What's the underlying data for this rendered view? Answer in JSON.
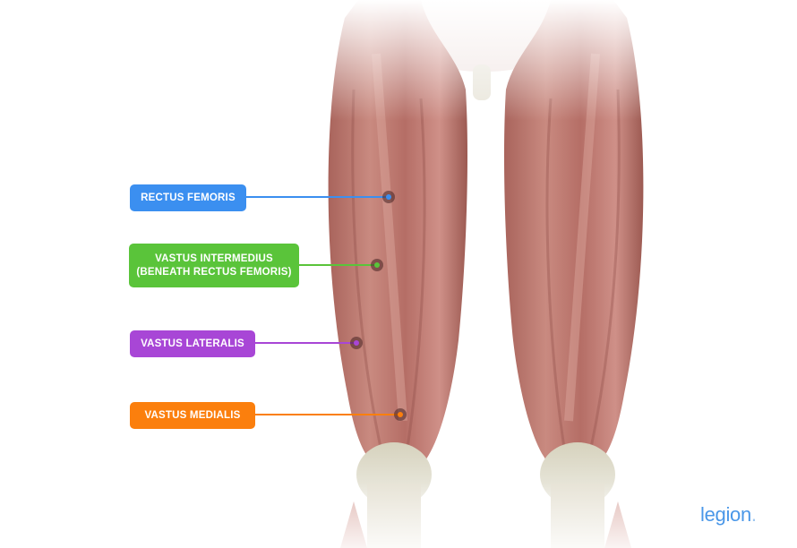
{
  "figure": {
    "subject": "Quadriceps muscles, anterior view of both thighs",
    "labels": [
      {
        "id": "rectus-femoris",
        "text": "RECTUS FEMORIS",
        "color": "#3b8ff0",
        "dot": [
          434,
          220
        ]
      },
      {
        "id": "vastus-intermedius",
        "line1": "VASTUS INTERMEDIUS",
        "line2": "(BENEATH RECTUS FEMORIS)",
        "color": "#5ac43a",
        "dot": [
          421,
          296
        ]
      },
      {
        "id": "vastus-lateralis",
        "text": "VASTUS LATERALIS",
        "color": "#a846d6",
        "dot": [
          398,
          383
        ]
      },
      {
        "id": "vastus-medialis",
        "text": "VASTUS MEDIALIS",
        "color": "#fb7f0d",
        "dot": [
          447,
          463
        ]
      }
    ]
  },
  "brand": {
    "name": "legion",
    "period": "."
  }
}
